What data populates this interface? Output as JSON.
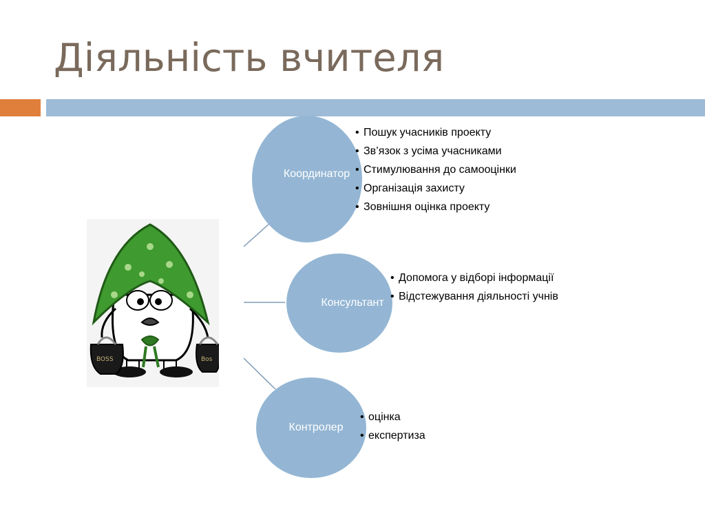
{
  "title": "Діяльність вчителя",
  "roles": [
    {
      "label": "Координатор",
      "items": [
        "Пошук учасників проекту",
        " Зв’язок з усіма учасниками",
        " Стимулювання до самооцінки",
        "Організація захисту",
        "Зовнішня оцінка проекту"
      ]
    },
    {
      "label": "Консультант",
      "items": [
        "Допомога у відборі інформації",
        "Відстежування діяльності учнів"
      ]
    },
    {
      "label": "Контролер",
      "items": [
        "оцінка",
        "експертиза"
      ]
    }
  ],
  "mascot": {
    "bag_left": "BOSS",
    "bag_right": "Bos"
  },
  "colors": {
    "title": "#7a6a5c",
    "accent_orange": "#e07f3c",
    "accent_blue": "#9dbbd7",
    "node_fill": "#94b6d4"
  }
}
